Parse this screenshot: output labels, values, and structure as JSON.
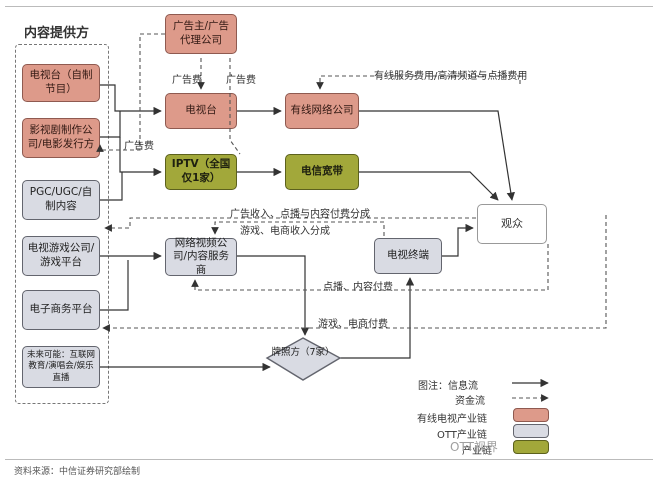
{
  "section_title": "内容提供方",
  "providers": {
    "tv_station": "电视台（自制节目）",
    "film_companies": "影视剧制作公司/电影发行方",
    "pgc_ugc": "PGC/UGC/自制内容",
    "game_companies": "电视游戏公司/游戏平台",
    "ecommerce": "电子商务平台",
    "future": "未来可能：互联网教育/演唱会/娱乐直播"
  },
  "nodes": {
    "advertiser": "广告主/广告代理公司",
    "tv_center": "电视台",
    "cable": "有线网络公司",
    "iptv": "IPTV（全国仅1家）",
    "telecom": "电信宽带",
    "online_video": "网络视频公司/内容服务商",
    "tv_terminal": "电视终端",
    "license": "牌照方（7家）",
    "audience": "观众"
  },
  "flow_labels": {
    "ad_fee_1": "广告费",
    "ad_fee_2": "广告费",
    "ad_fee_3": "广告费",
    "cable_fees": "有线服务费用/高清频道与点播费用",
    "ad_income": "广告收入、点播与内容付费分成",
    "game_income": "游戏、电商收入分成",
    "vod_payment": "点播、内容付费",
    "game_payment": "游戏、电商付费"
  },
  "legend": {
    "info_flow": "图注：信息流",
    "fund_flow": "资金流",
    "cable_chain": "有线电视产业链",
    "ott_chain": "OTT产业链",
    "other_chain": "产业链"
  },
  "source": "资料来源：中信证券研究部绘制",
  "watermark": "OTT视界",
  "colors": {
    "cable_chain": "#dd9a8a",
    "ott_chain": "#d9dbe3",
    "iptv": "#a2a83a",
    "line": "#333333"
  }
}
